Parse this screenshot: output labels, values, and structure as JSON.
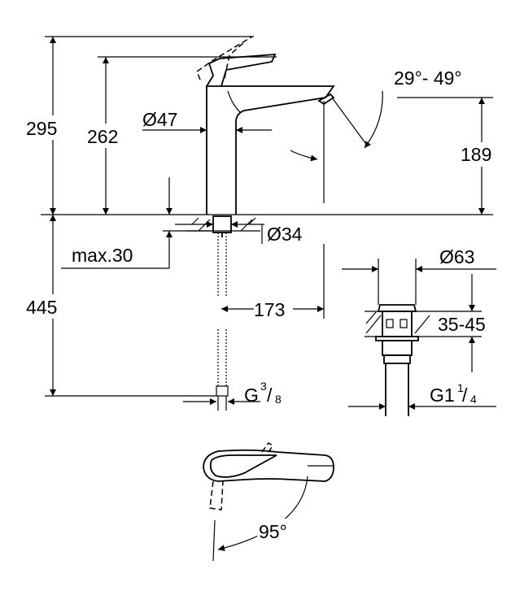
{
  "dimensions": {
    "total_height": "295",
    "spout_height": "262",
    "body_diameter": "Ø47",
    "spout_angle": "29°- 49°",
    "outlet_height": "189",
    "below_length": "445",
    "max_thickness": "max.30",
    "hole_diameter": "Ø34",
    "reach": "173",
    "connection_g": "G",
    "connection_num": "3",
    "connection_den": "8",
    "drain_diameter": "Ø63",
    "drain_range": "35-45",
    "drain_thread": "G1",
    "drain_num": "1",
    "drain_den": "4",
    "swivel_angle": "95°"
  }
}
